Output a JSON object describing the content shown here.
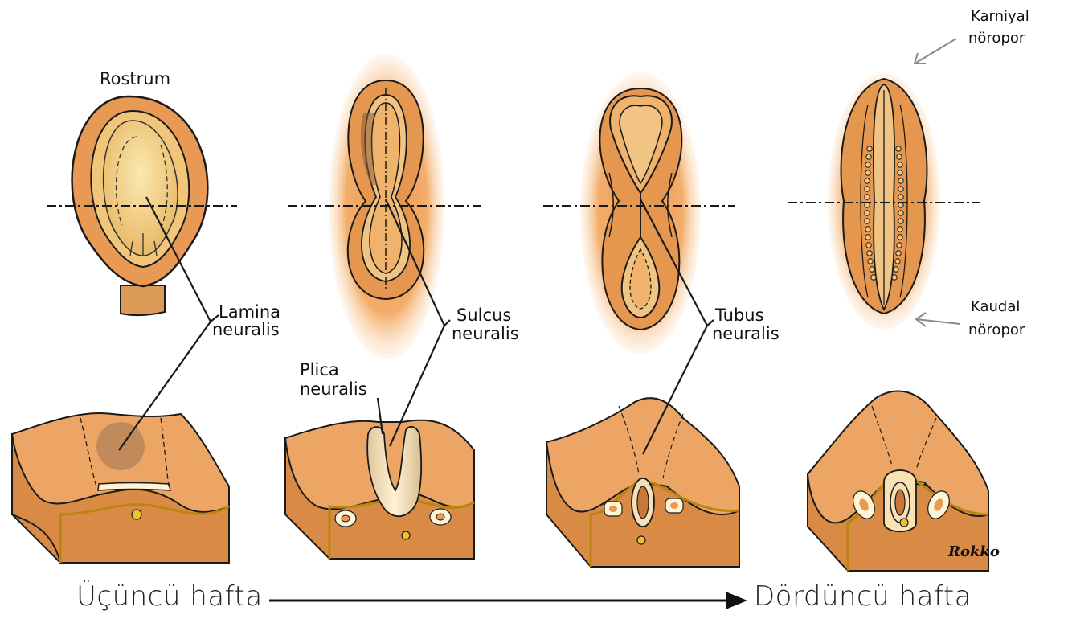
{
  "labels": {
    "rostrum": "Rostrum",
    "lamina_1": "Lamina",
    "lamina_2": "neuralis",
    "sulcus_1": "Sulcus",
    "sulcus_2": "neuralis",
    "plica_1": "Plica",
    "plica_2": "neuralis",
    "tubus_1": "Tubus",
    "tubus_2": "neuralis",
    "karniyal_1": "Karniyal",
    "karniyal_2": "nöropor",
    "kaudal_1": "Kaudal",
    "kaudal_2": "nöropor",
    "signature": "Rokko"
  },
  "timeline": {
    "start": "Üçüncü hafta",
    "end": "Dördüncü hafta"
  },
  "colors": {
    "glow": "#f0a55a",
    "embryo": "#e89a55",
    "plate": "#f3c27a",
    "block_top": "#eda565",
    "block_side": "#d98a45",
    "outline": "#1a1a1a"
  }
}
